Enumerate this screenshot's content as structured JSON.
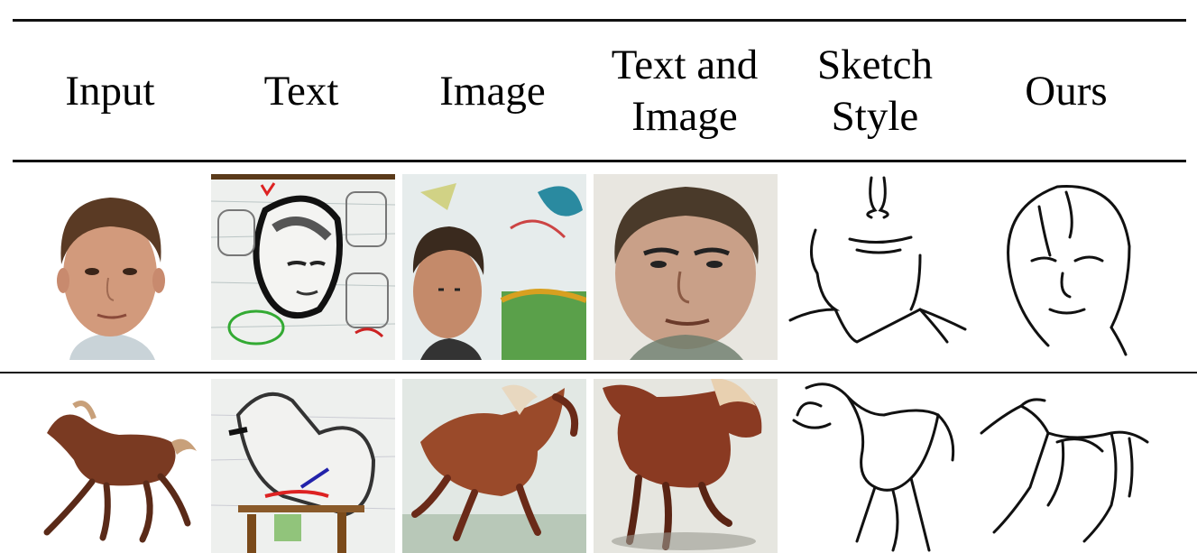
{
  "table": {
    "columns": [
      {
        "line1": "Input",
        "line2": ""
      },
      {
        "line1": "Text",
        "line2": ""
      },
      {
        "line1": "Image",
        "line2": ""
      },
      {
        "line1": "Text and",
        "line2": "Image"
      },
      {
        "line1": "Sketch",
        "line2": "Style"
      },
      {
        "line1": "Ours",
        "line2": ""
      }
    ],
    "rows": [
      {
        "subject": "face",
        "cells": [
          "photo",
          "painted-sketch",
          "painted-photo",
          "painted-portrait",
          "line-sketch",
          "line-sketch"
        ]
      },
      {
        "subject": "horse",
        "cells": [
          "photo",
          "painted-sketch",
          "painted-photo",
          "painted-portrait",
          "line-sketch",
          "line-sketch"
        ]
      }
    ]
  },
  "colors": {
    "rule": "#111111",
    "background": "#ffffff",
    "skin": "#d29a7c",
    "hair": "#5a3a24",
    "horse": "#7a3a22"
  }
}
